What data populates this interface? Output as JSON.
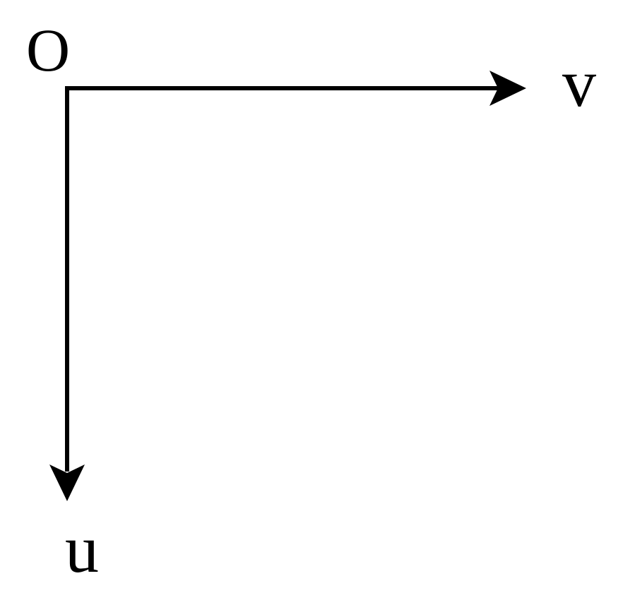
{
  "diagram": {
    "origin_label": "O",
    "horizontal_axis_label": "v",
    "vertical_axis_label": "u"
  },
  "colors": {
    "stroke": "#000000",
    "background": "#ffffff"
  }
}
